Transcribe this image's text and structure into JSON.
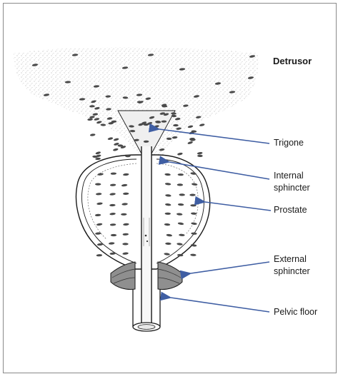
{
  "labels": {
    "detrusor": "Detrusor",
    "trigone": "Trigone",
    "internal_sphincter": [
      "Internal",
      "sphincter"
    ],
    "prostate": "Prostate",
    "external_sphincter": [
      "External",
      "sphincter"
    ],
    "pelvic_floor": "Pelvic floor"
  },
  "colors": {
    "arrow": "#3f5ea3",
    "ink": "#1a1a1a",
    "stipple": "#9a9a9a",
    "frame": "#8a8a8a"
  }
}
